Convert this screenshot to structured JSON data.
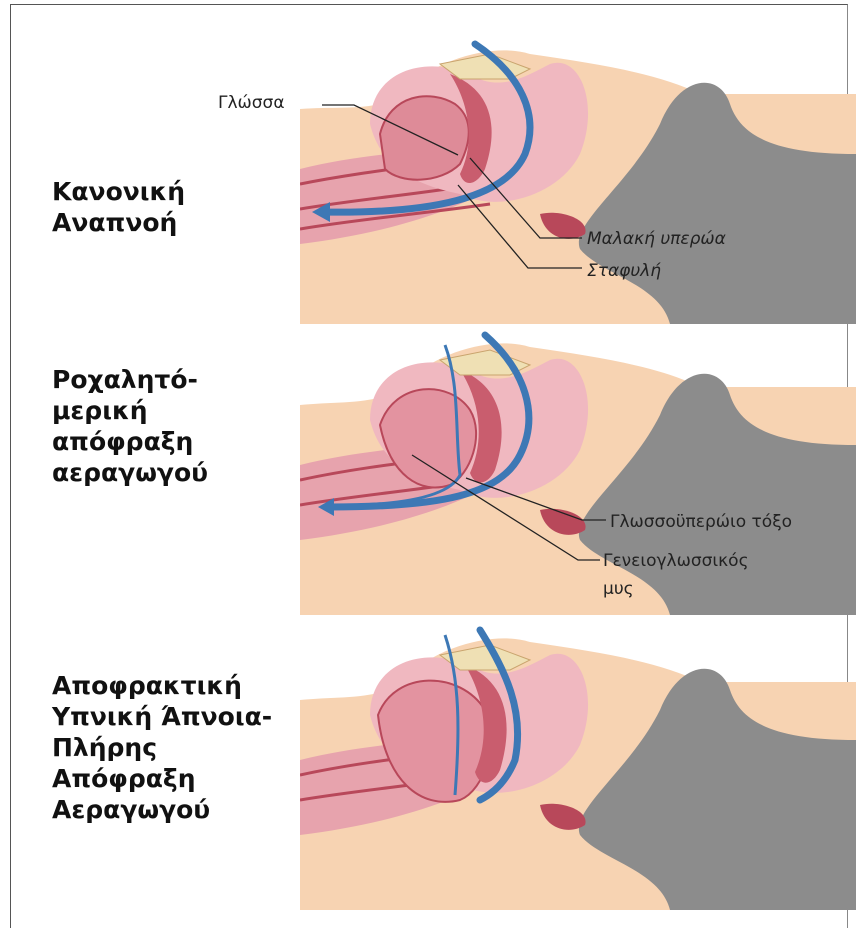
{
  "panels": [
    {
      "title_lines": [
        "Κανονική",
        "Αναπνοή"
      ],
      "labels": {
        "tongue": "Γλώσσα",
        "soft_palate": "Μαλακή υπερώα",
        "uvula": "Σταφυλή"
      }
    },
    {
      "title_lines": [
        "Ροχαλητό-",
        "μερική",
        "απόφραξη",
        "αεραγωγού"
      ],
      "labels": {
        "palatoglossal_arch": "Γλωσσοϋπερώιο τόξο",
        "genioglossus_line1": "Γενειογλωσσικός",
        "genioglossus_line2": "μυς"
      }
    },
    {
      "title_lines": [
        "Αποφρακτική",
        "Υπνική Άπνοια-",
        "Πλήρης",
        "Απόφραξη",
        "Αεραγωγού"
      ]
    }
  ],
  "colors": {
    "skin": "#f7d3b2",
    "tissue": "#e7a3ad",
    "tissue_dark": "#b8485a",
    "bone": "#efe0b4",
    "airflow": "#3d78b5",
    "pillow": "#8c8c8c"
  }
}
